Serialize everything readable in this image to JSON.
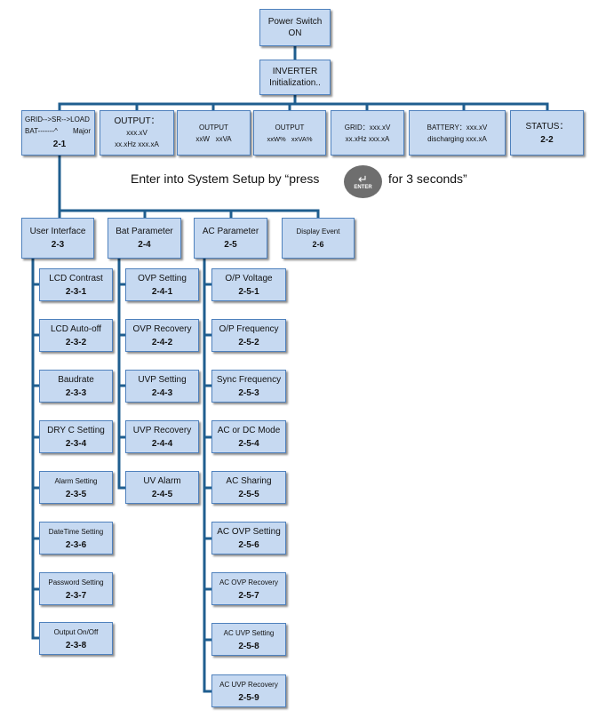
{
  "top": {
    "power": {
      "title": "Power Switch",
      "sub": "ON"
    },
    "init": {
      "title": "INVERTER",
      "sub": "Initialization.."
    }
  },
  "screens": {
    "grid_sr": {
      "line1": "GRID-->SR-->LOAD",
      "line2a": "BAT-------^",
      "line2b": "Major",
      "num": "2-1"
    },
    "output1": {
      "line1": "OUTPUT：",
      "line2": "xxx.xV",
      "line3": "xx.xHz xxx.xA"
    },
    "output2": {
      "line1": "OUTPUT",
      "line2": "xxW   xxVA"
    },
    "output3": {
      "line1": "OUTPUT",
      "line2": "xxW%   xxVA%"
    },
    "grid": {
      "line1": "GRID：xxx.xV",
      "line2": "xx.xHz xxx.xA"
    },
    "battery": {
      "line1": "BATTERY：xxx.xV",
      "line2": "discharging xxx.xA"
    },
    "status": {
      "line1": "STATUS：",
      "num": "2-2"
    }
  },
  "note": {
    "before": "Enter into System Setup by “press",
    "after": "for 3 seconds”",
    "button_label": "ENTER",
    "button_icon": "enter-key-icon"
  },
  "menus": {
    "user_interface": {
      "title": "User Interface",
      "num": "2-3",
      "items": [
        {
          "label": "LCD Contrast",
          "num": "2-3-1"
        },
        {
          "label": "LCD Auto-off",
          "num": "2-3-2"
        },
        {
          "label": "Baudrate",
          "num": "2-3-3"
        },
        {
          "label": "DRY C Setting",
          "num": "2-3-4"
        },
        {
          "label": "Alarm Setting",
          "num": "2-3-5"
        },
        {
          "label": "DateTime Setting",
          "num": "2-3-6"
        },
        {
          "label": "Password Setting",
          "num": "2-3-7"
        },
        {
          "label": "Output On/Off",
          "num": "2-3-8"
        }
      ]
    },
    "bat_parameter": {
      "title": "Bat Parameter",
      "num": "2-4",
      "items": [
        {
          "label": "OVP Setting",
          "num": "2-4-1"
        },
        {
          "label": "OVP Recovery",
          "num": "2-4-2"
        },
        {
          "label": "UVP Setting",
          "num": "2-4-3"
        },
        {
          "label": "UVP Recovery",
          "num": "2-4-4"
        },
        {
          "label": "UV Alarm",
          "num": "2-4-5"
        }
      ]
    },
    "ac_parameter": {
      "title": "AC Parameter",
      "num": "2-5",
      "items": [
        {
          "label": "O/P Voltage",
          "num": "2-5-1"
        },
        {
          "label": "O/P Frequency",
          "num": "2-5-2"
        },
        {
          "label": "Sync Frequency",
          "num": "2-5-3"
        },
        {
          "label": "AC or DC Mode",
          "num": "2-5-4"
        },
        {
          "label": "AC Sharing",
          "num": "2-5-5"
        },
        {
          "label": "AC OVP Setting",
          "num": "2-5-6"
        },
        {
          "label": "AC OVP Recovery",
          "num": "2-5-7"
        },
        {
          "label": "AC UVP Setting",
          "num": "2-5-8"
        },
        {
          "label": "AC UVP Recovery",
          "num": "2-5-9"
        }
      ]
    },
    "display_event": {
      "title": "Display Event",
      "num": "2-6"
    }
  },
  "colors": {
    "box_fill": "#c6d9f1",
    "box_border": "#4f81bd",
    "connector": "#1f5e8f",
    "enter_button": "#6e6e6e"
  }
}
